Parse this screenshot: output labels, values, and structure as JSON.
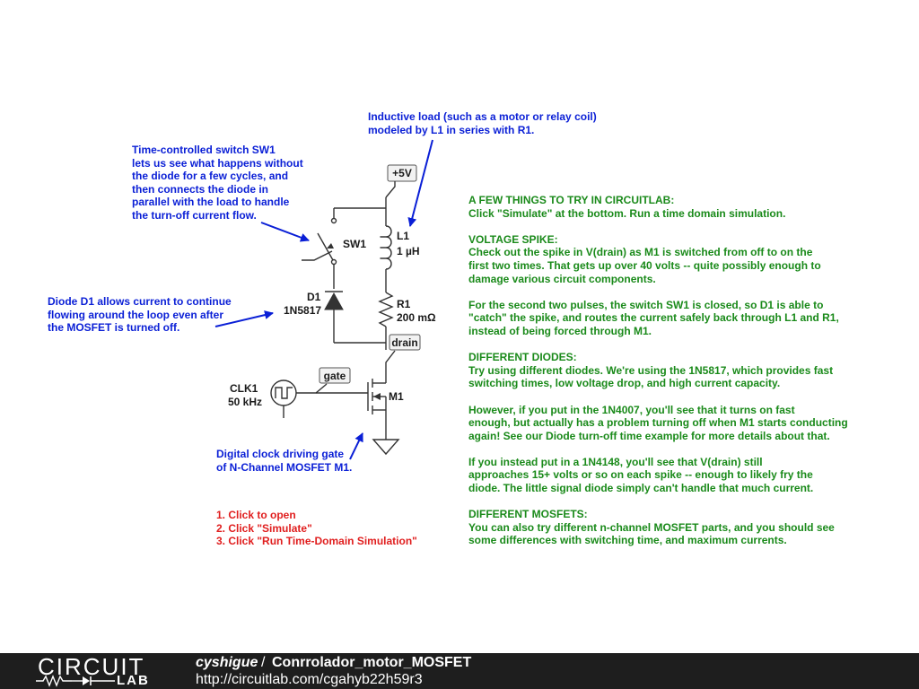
{
  "annotations": {
    "inductive_load": "Inductive load (such as a motor or relay coil)\nmodeled by L1 in series with R1.",
    "switch_note": "Time-controlled switch SW1\nlets us see what happens without\nthe diode for a few cycles, and\nthen connects the diode in\nparallel with the load to handle\nthe turn-off current flow.",
    "diode_note": "Diode D1 allows current to continue\nflowing around the loop even after\nthe MOSFET is turned off.",
    "clock_note": "Digital clock driving gate\nof N-Channel MOSFET M1.",
    "instructions": "1. Click to open\n2. Click \"Simulate\"\n3. Click \"Run Time-Domain Simulation\""
  },
  "notes": {
    "text": "A FEW THINGS TO TRY IN CIRCUITLAB:\nClick \"Simulate\" at the bottom. Run a time domain simulation.\n\nVOLTAGE SPIKE:\nCheck out the spike in V(drain) as M1 is switched from off to on the\nfirst two times. That gets up over 40 volts -- quite possibly enough to\ndamage various circuit components.\n\nFor the second two pulses, the switch SW1 is closed, so D1 is able to\n\"catch\" the spike, and routes the current safely back through L1 and R1,\ninstead of being forced through M1.\n\nDIFFERENT DIODES:\nTry using different diodes. We're using the 1N5817, which provides fast\nswitching times, low voltage drop, and high current capacity.\n\nHowever, if you put in the 1N4007, you'll see that it turns on fast\nenough, but actually has a problem turning off when M1 starts conducting\nagain! See our Diode turn-off time example for more details about that.\n\nIf you instead put in a 1N4148, you'll see that V(drain) still\napproaches 15+ volts or so on each spike -- enough to likely fry the\ndiode. The little signal diode simply can't handle that much current.\n\nDIFFERENT MOSFETS:\nYou can also try different n-channel MOSFET parts, and you should see\nsome differences with switching time, and maximum currents."
  },
  "schematic": {
    "supply": "+5V",
    "l1_name": "L1",
    "l1_value": "1 µH",
    "r1_name": "R1",
    "r1_value": "200 mΩ",
    "sw1_name": "SW1",
    "d1_name": "D1",
    "d1_value": "1N5817",
    "drain": "drain",
    "gate": "gate",
    "m1_name": "M1",
    "clk_name": "CLK1",
    "clk_value": "50 kHz"
  },
  "footer": {
    "logo_top": "CIRCUIT",
    "logo_bottom": "LAB",
    "user": "cyshigue",
    "separator": "/",
    "circuit_name": "Conrrolador_motor_MOSFET",
    "url": "http://circuitlab.com/cgahyb22h59r3"
  },
  "colors": {
    "annotation": "#0a1fd6",
    "notes": "#1a8a1a",
    "instructions": "#e01e1e",
    "footer_bg": "#1e1e1e"
  }
}
